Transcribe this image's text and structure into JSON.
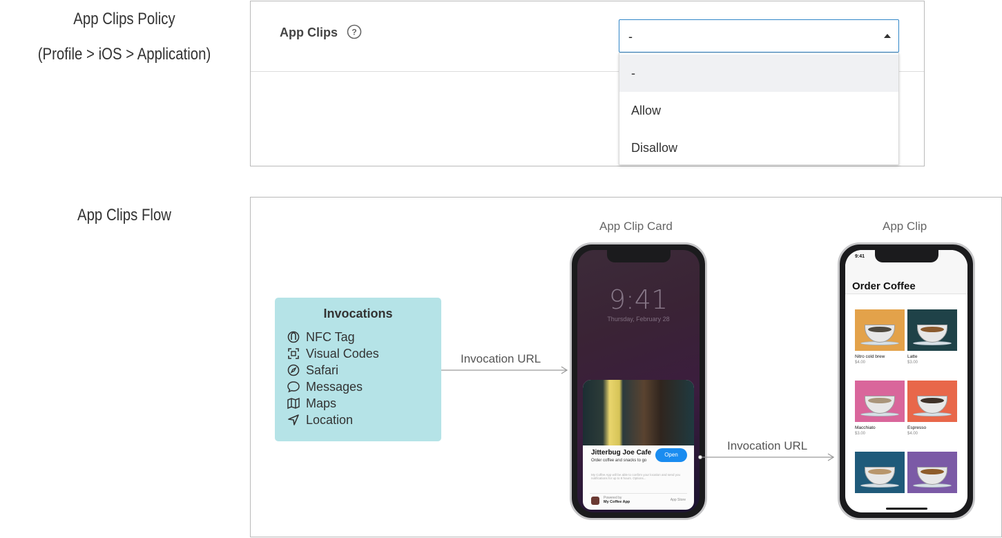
{
  "side_labels": {
    "policy_title": "App Clips Policy",
    "policy_path": "(Profile > iOS > Application)",
    "flow_title": "App Clips Flow"
  },
  "policy": {
    "label": "App Clips",
    "help_icon": "question-circle-icon",
    "selected_value": "-",
    "options": [
      "-",
      "Allow",
      "Disallow"
    ],
    "accent_color": "#2f85c7"
  },
  "flow": {
    "invocations": {
      "title": "Invocations",
      "background": "#b5e3e7",
      "items": [
        {
          "label": "NFC Tag",
          "icon": "nfc-tag-icon"
        },
        {
          "label": "Visual Codes",
          "icon": "visual-code-icon"
        },
        {
          "label": "Safari",
          "icon": "safari-compass-icon"
        },
        {
          "label": "Messages",
          "icon": "message-bubble-icon"
        },
        {
          "label": "Maps",
          "icon": "map-icon"
        },
        {
          "label": "Location",
          "icon": "location-arrow-icon"
        }
      ]
    },
    "arrow_label_1": "Invocation URL",
    "arrow_label_2": "Invocation URL",
    "card_phone": {
      "caption": "App Clip Card",
      "lock_time": "9:41",
      "lock_date": "Thursday, February 28",
      "card_name": "Jitterbug Joe Cafe",
      "card_sub": "Order coffee and snacks to go",
      "open_label": "Open",
      "fine_print": "My Coffee App will be able to confirm your location and send you notifications for up to 8 hours. Options...",
      "powered_by": "Powered by",
      "app_name": "My Coffee App",
      "store_label": "App Store"
    },
    "clip_phone": {
      "caption": "App Clip",
      "status_time": "9:41",
      "title": "Order Coffee",
      "items": [
        {
          "name": "Nitro cold brew",
          "price": "$4.00",
          "bg": "#e3a24a",
          "liquid": "#4f4a40"
        },
        {
          "name": "Latte",
          "price": "$3.00",
          "bg": "#1f4248",
          "liquid": "#8a5a2e"
        },
        {
          "name": "Macchiato",
          "price": "$3.00",
          "bg": "#d9669b",
          "liquid": "#a9957a"
        },
        {
          "name": "Espresso",
          "price": "$4.00",
          "bg": "#e8674a",
          "liquid": "#3e3128"
        },
        {
          "name": "",
          "price": "",
          "bg": "#1f5a7a",
          "liquid": "#b8966c"
        },
        {
          "name": "",
          "price": "",
          "bg": "#7b5aa6",
          "liquid": "#8e5c2a"
        }
      ]
    }
  }
}
